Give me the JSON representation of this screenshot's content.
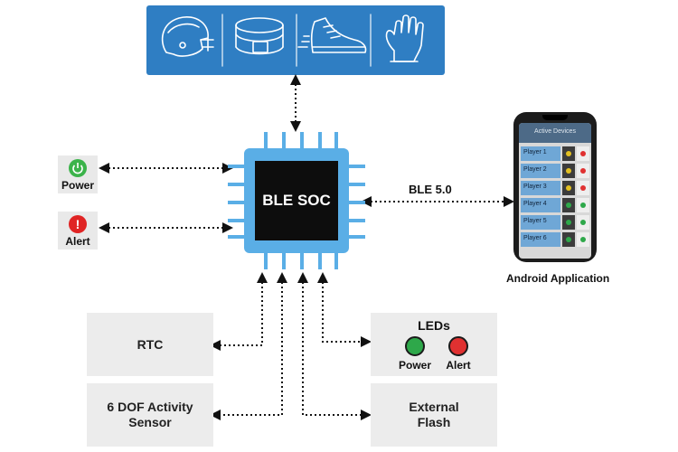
{
  "soc": {
    "label": "BLE SOC"
  },
  "wearables": {
    "bg_color": "#2f7ec3",
    "icons": [
      "helmet-icon",
      "belt-icon",
      "shoe-icon",
      "glove-icon"
    ]
  },
  "buttons": {
    "power": {
      "label": "Power",
      "color": "#3bb34a"
    },
    "alert": {
      "label": "Alert",
      "color": "#e02424"
    }
  },
  "link": {
    "label": "BLE 5.0"
  },
  "phone": {
    "title": "Active Devices",
    "caption": "Android Application",
    "players": [
      "Player 1",
      "Player 2",
      "Player 3",
      "Player 4",
      "Player 5",
      "Player 6"
    ]
  },
  "peripherals": {
    "rtc": "RTC",
    "sensor_line1": "6 DOF Activity",
    "sensor_line2": "Sensor",
    "leds_title": "LEDs",
    "led_power": "Power",
    "led_alert": "Alert",
    "flash_line1": "External",
    "flash_line2": "Flash"
  },
  "colors": {
    "chip_blue": "#5aaee6",
    "chip_core": "#0d0d0d",
    "led_green": "#2ea84a",
    "led_red": "#e03131"
  }
}
